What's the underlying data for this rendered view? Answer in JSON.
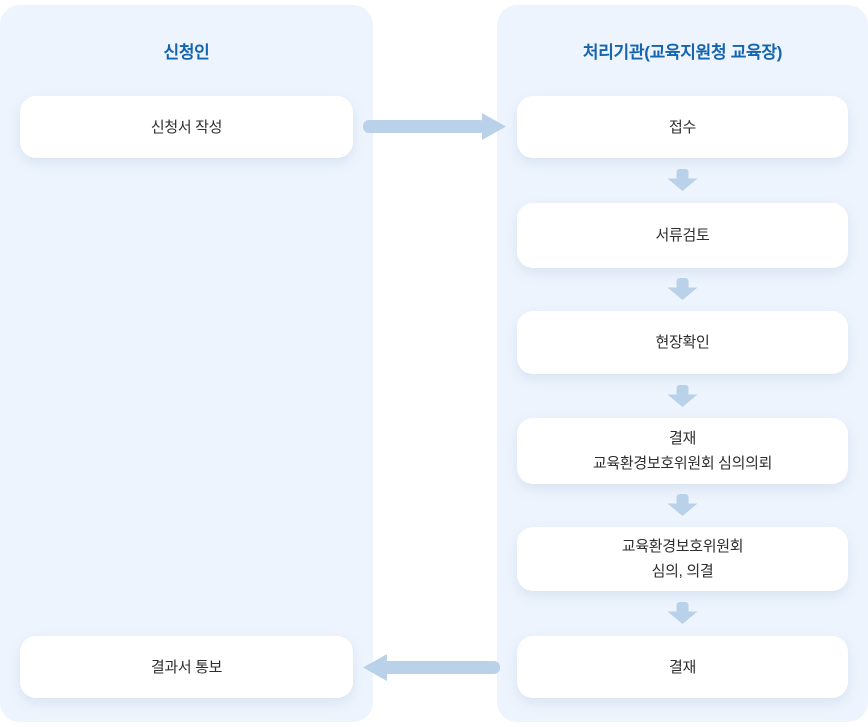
{
  "diagram": {
    "type": "process-flowchart",
    "left_column": {
      "header": "신청인",
      "steps": [
        {
          "id": "write-application",
          "lines": [
            "신청서 작성"
          ]
        },
        {
          "id": "result-notice",
          "lines": [
            "결과서 통보"
          ]
        }
      ]
    },
    "right_column": {
      "header": "처리기관(교육지원청 교육장)",
      "steps": [
        {
          "id": "receipt",
          "lines": [
            "접수"
          ]
        },
        {
          "id": "document-review",
          "lines": [
            "서류검토"
          ]
        },
        {
          "id": "site-check",
          "lines": [
            "현장확인"
          ]
        },
        {
          "id": "approval-review-request",
          "lines": [
            "결재",
            "교육환경보호위원회 심의의뢰"
          ]
        },
        {
          "id": "committee-deliberation",
          "lines": [
            "교육환경보호위원회",
            "심의, 의결"
          ]
        },
        {
          "id": "approval",
          "lines": [
            "결재"
          ]
        }
      ]
    },
    "flows": [
      {
        "from": "write-application",
        "to": "receipt",
        "direction": "right"
      },
      {
        "from": "receipt",
        "to": "document-review",
        "direction": "down"
      },
      {
        "from": "document-review",
        "to": "site-check",
        "direction": "down"
      },
      {
        "from": "site-check",
        "to": "approval-review-request",
        "direction": "down"
      },
      {
        "from": "approval-review-request",
        "to": "committee-deliberation",
        "direction": "down"
      },
      {
        "from": "committee-deliberation",
        "to": "approval",
        "direction": "down"
      },
      {
        "from": "approval",
        "to": "result-notice",
        "direction": "left"
      }
    ],
    "icons": {
      "arrow_right": "arrow-right-icon",
      "arrow_left": "arrow-left-icon",
      "arrow_down": "arrow-down-icon"
    }
  },
  "colors": {
    "panel_bg": "#edf4fd",
    "box_bg": "#ffffff",
    "arrow": "#b9d2e9",
    "header_text": "#1565ae",
    "box_text": "#2e2e2e"
  }
}
